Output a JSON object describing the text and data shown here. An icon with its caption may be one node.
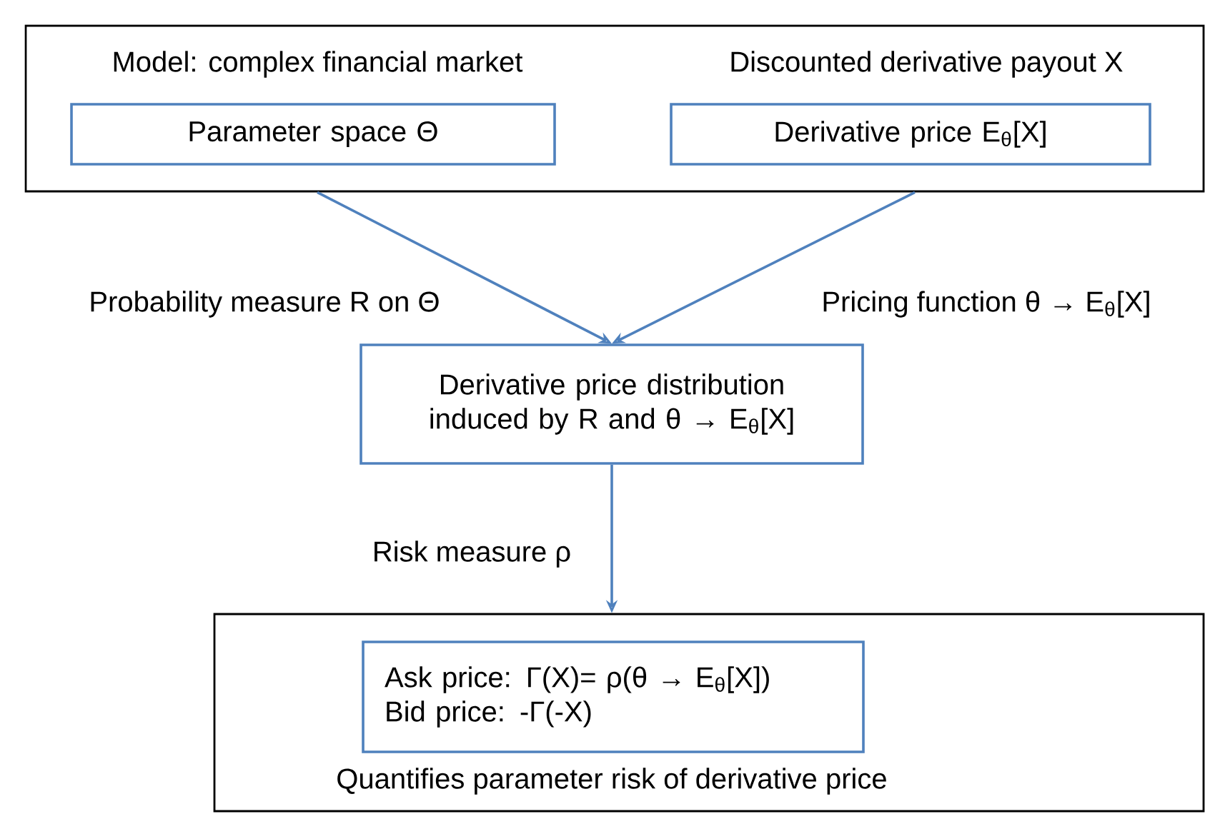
{
  "diagram": {
    "nodes": [
      {
        "text": [
          "Model: complex financial market",
          "Discounted derivative payout X"
        ]
      },
      {
        "text": [
          "Parameter space Θ"
        ],
        "in": 0
      },
      {
        "text": [
          "Derivative price E$_{θ}$[X]"
        ],
        "in": 0
      },
      {
        "text": [
          "Derivative price distribution induced by R and θ → E$_{θ}$[X]"
        ]
      },
      {
        "text": [
          "Quantifies parameter risk of derivative price"
        ]
      },
      {
        "text": [
          "Ask price: Γ(X)= ρ(θ → E$_{θ}$[X])",
          "Bid price: -Γ(-X)"
        ],
        "in": 4
      }
    ],
    "edges": [
      {
        "from": 0,
        "to": 3,
        "arrow": "to",
        "label": "Probability measure R on Θ"
      },
      {
        "from": 0,
        "to": 3,
        "arrow": "to",
        "label": "Pricing function θ → E$_{θ}$[X]"
      },
      {
        "from": 3,
        "to": 4,
        "arrow": "to",
        "label": "Risk measure ρ"
      }
    ]
  }
}
